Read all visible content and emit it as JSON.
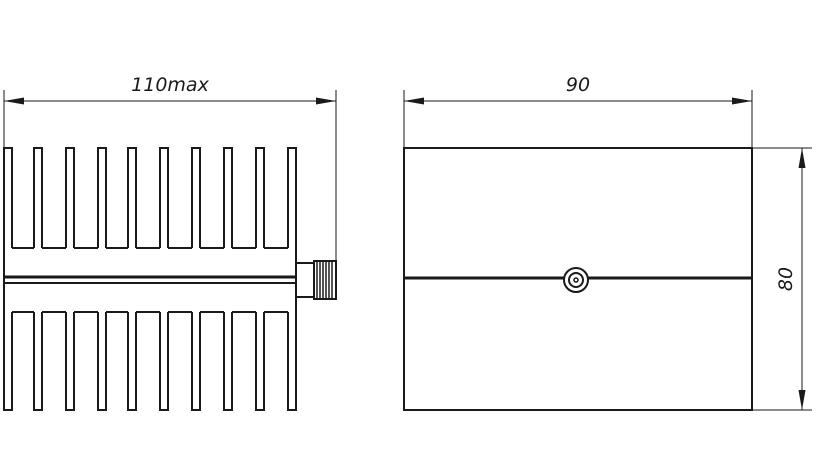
{
  "dimensions": {
    "side_width": "110max",
    "front_width": "90",
    "front_height": "80"
  },
  "colors": {
    "line": "#1a1a1a",
    "background": "#ffffff"
  }
}
